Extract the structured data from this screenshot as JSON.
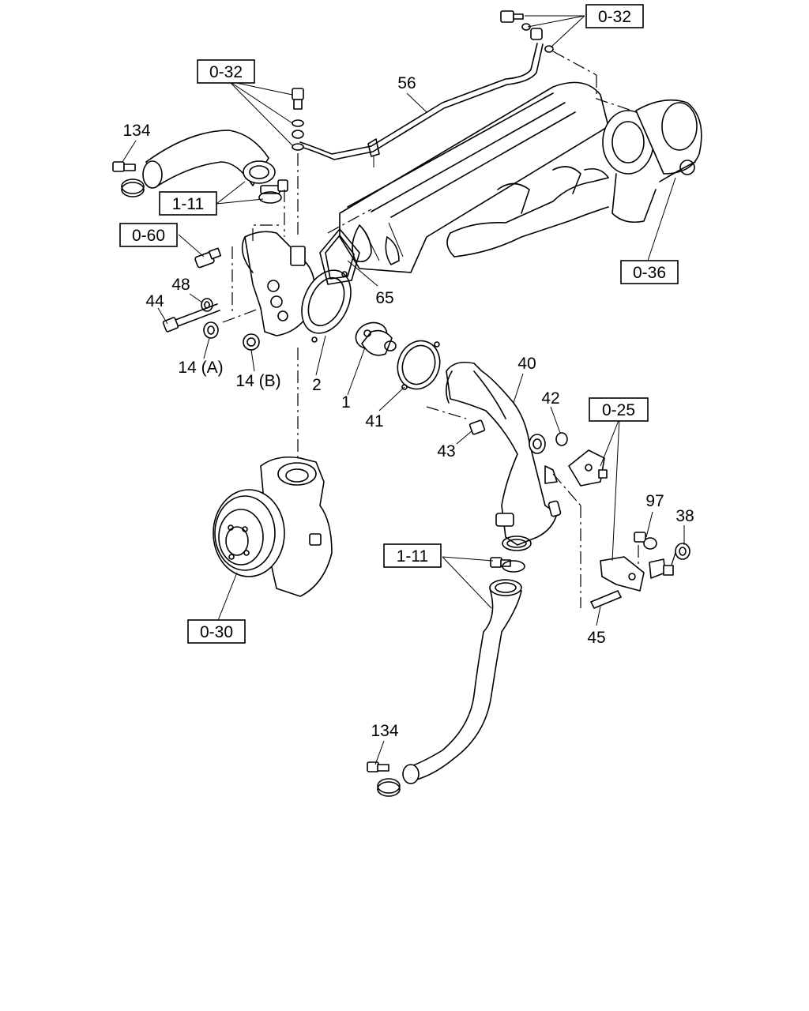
{
  "references": {
    "ref_0_32_top": "0-32",
    "ref_0_32_left": "0-32",
    "ref_1_11_upper": "1-11",
    "ref_0_60": "0-60",
    "ref_0_36": "0-36",
    "ref_0_25": "0-25",
    "ref_1_11_lower": "1-11",
    "ref_0_30": "0-30"
  },
  "callouts": {
    "c56": "56",
    "c134_upper": "134",
    "c65": "65",
    "c48": "48",
    "c44": "44",
    "c14a": "14 (A)",
    "c14b": "14 (B)",
    "c2": "2",
    "c1": "1",
    "c41": "41",
    "c40": "40",
    "c42": "42",
    "c43": "43",
    "c97": "97",
    "c38": "38",
    "c45": "45",
    "c134_lower": "134"
  }
}
